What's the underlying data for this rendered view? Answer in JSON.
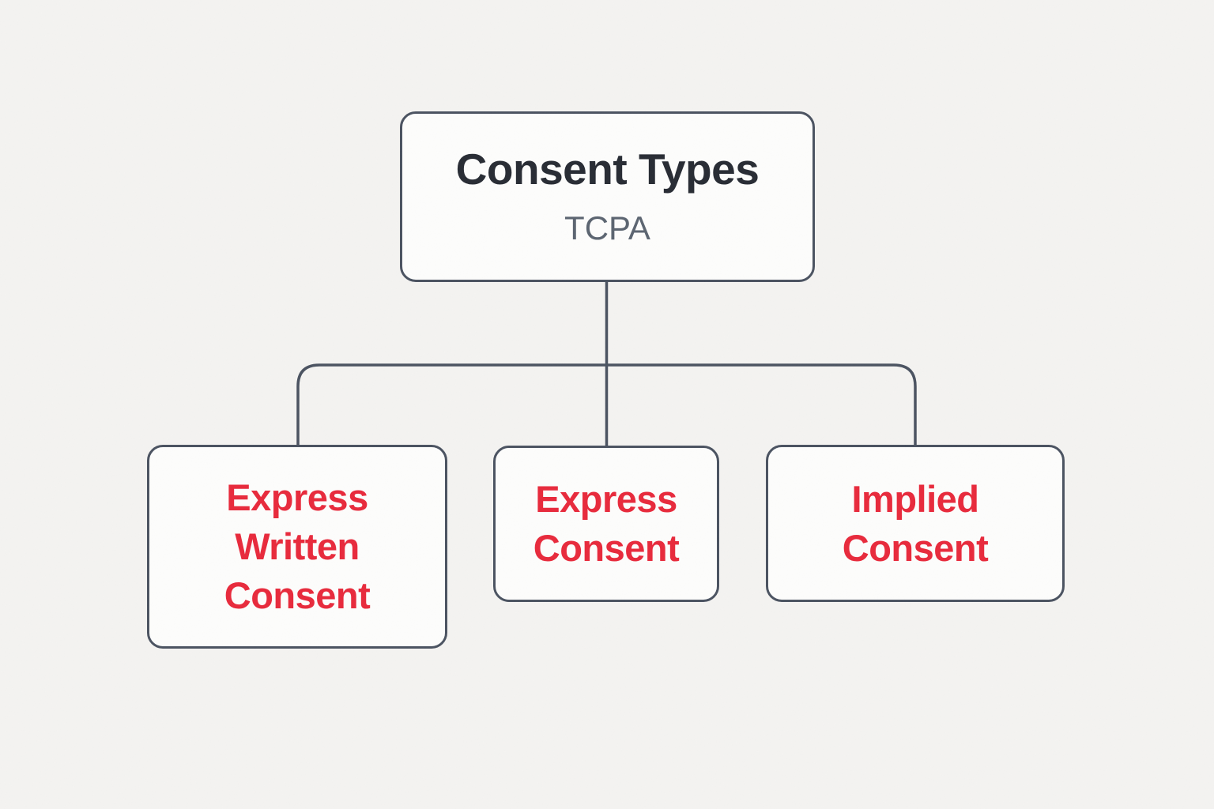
{
  "diagram": {
    "root": {
      "title": "Consent Types",
      "subtitle": "TCPA"
    },
    "children": [
      {
        "label": "Express Written Consent"
      },
      {
        "label": "Express Consent"
      },
      {
        "label": "Implied Consent"
      }
    ],
    "colors": {
      "line": "#4a5260",
      "box_fill": "#fdfdfc",
      "background": "#f4f3f1",
      "title_text": "#272b33",
      "subtitle_text": "#5b6470",
      "child_text": "#e8293b"
    }
  }
}
